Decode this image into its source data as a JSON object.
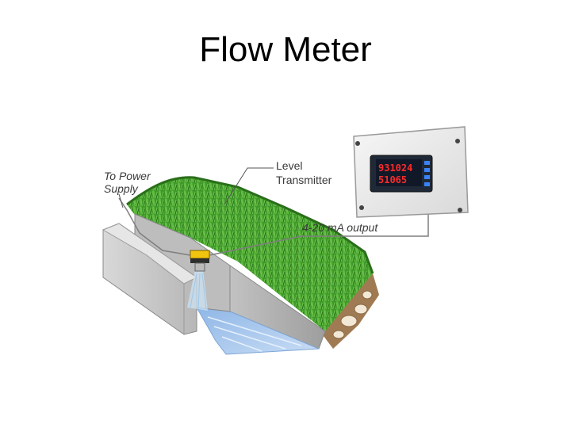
{
  "slide": {
    "title": "Flow Meter"
  },
  "diagram": {
    "labels": {
      "power_supply_line1": "To Power",
      "power_supply_line2": "Supply",
      "transmitter_line1": "Level",
      "transmitter_line2": "Transmitter",
      "output": "4-20 mA output"
    },
    "meter_display": {
      "top_reading": "931024",
      "bottom_reading": "51065"
    },
    "colors": {
      "grass": "#3f9a2a",
      "grass_dark": "#2a6f1a",
      "concrete": "#c9c9c9",
      "water": "#a9c9ee",
      "sensor": "#f1c40f",
      "enclosure": "#eeeeee",
      "display_bg": "#111827",
      "readout": "#ff2a2a"
    },
    "icons": [
      "level-transmitter-icon",
      "meter-enclosure-icon"
    ]
  }
}
